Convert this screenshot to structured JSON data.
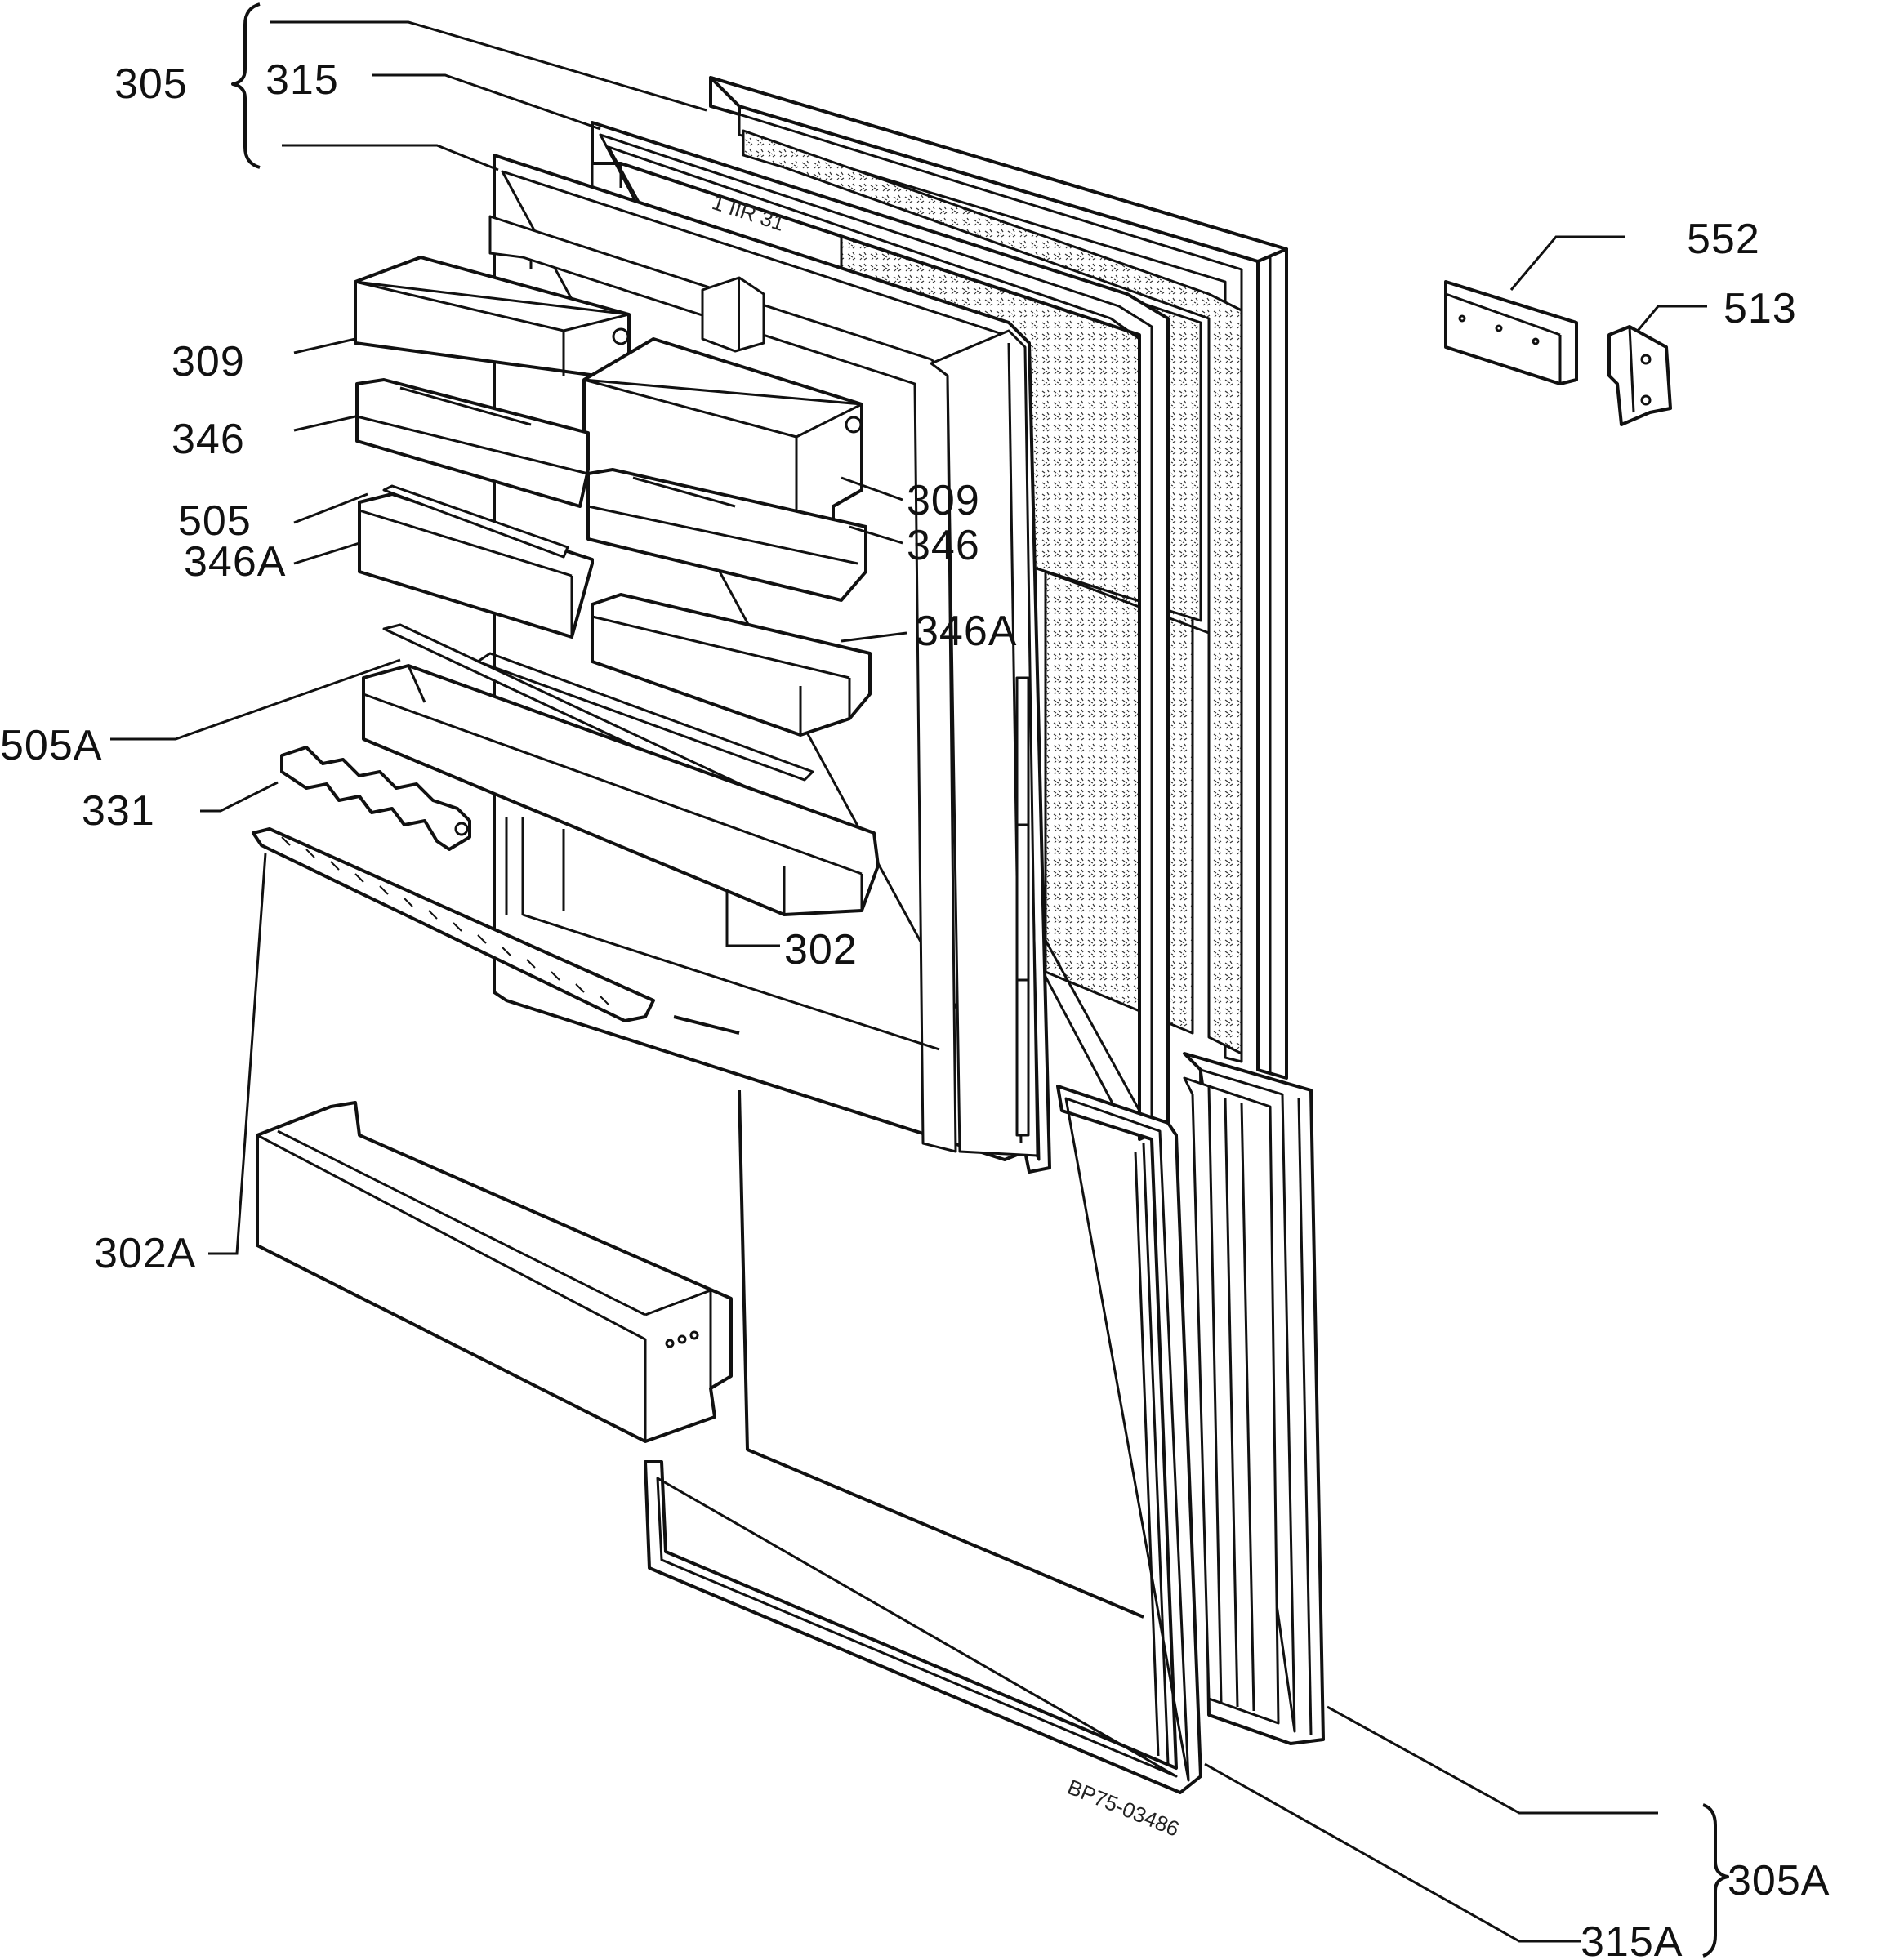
{
  "diagram": {
    "parts": {
      "p305": "305",
      "p315": "315",
      "p309a": "309",
      "p346a": "346",
      "p505": "505",
      "p346A_a": "346A",
      "p309b": "309",
      "p346b": "346",
      "p346A_b": "346A",
      "p505A": "505A",
      "p331": "331",
      "p302": "302",
      "p302A": "302A",
      "p552": "552",
      "p513": "513",
      "p305A": "305A",
      "p315A": "315A"
    },
    "reference_code": "BP75-03486"
  }
}
